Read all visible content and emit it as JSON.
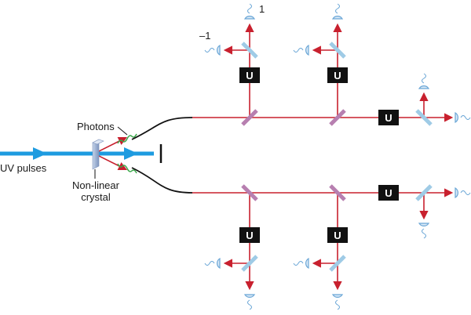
{
  "labels": {
    "uv_pulses": "UV pulses",
    "photons": "Photons",
    "crystal_line1": "Non-linear",
    "crystal_line2": "crystal",
    "plus_one": "1",
    "minus_one": "–1",
    "unitary": "U"
  },
  "colors": {
    "uv_beam": "#1e9be0",
    "photon_path": "#c8202e",
    "fiber": "#111111",
    "photon_wave": "#3aa84a",
    "detector": "#6aa6d6",
    "beamsplitter_purple": "#b77fb0",
    "beamsplitter_blue": "#9fcbe6",
    "unitary_box": "#111111"
  },
  "icons": [
    "detector-icon",
    "polarizing-beamsplitter-icon",
    "unitary-gate-icon",
    "beam-stop-icon",
    "photon-wavepacket-icon"
  ]
}
